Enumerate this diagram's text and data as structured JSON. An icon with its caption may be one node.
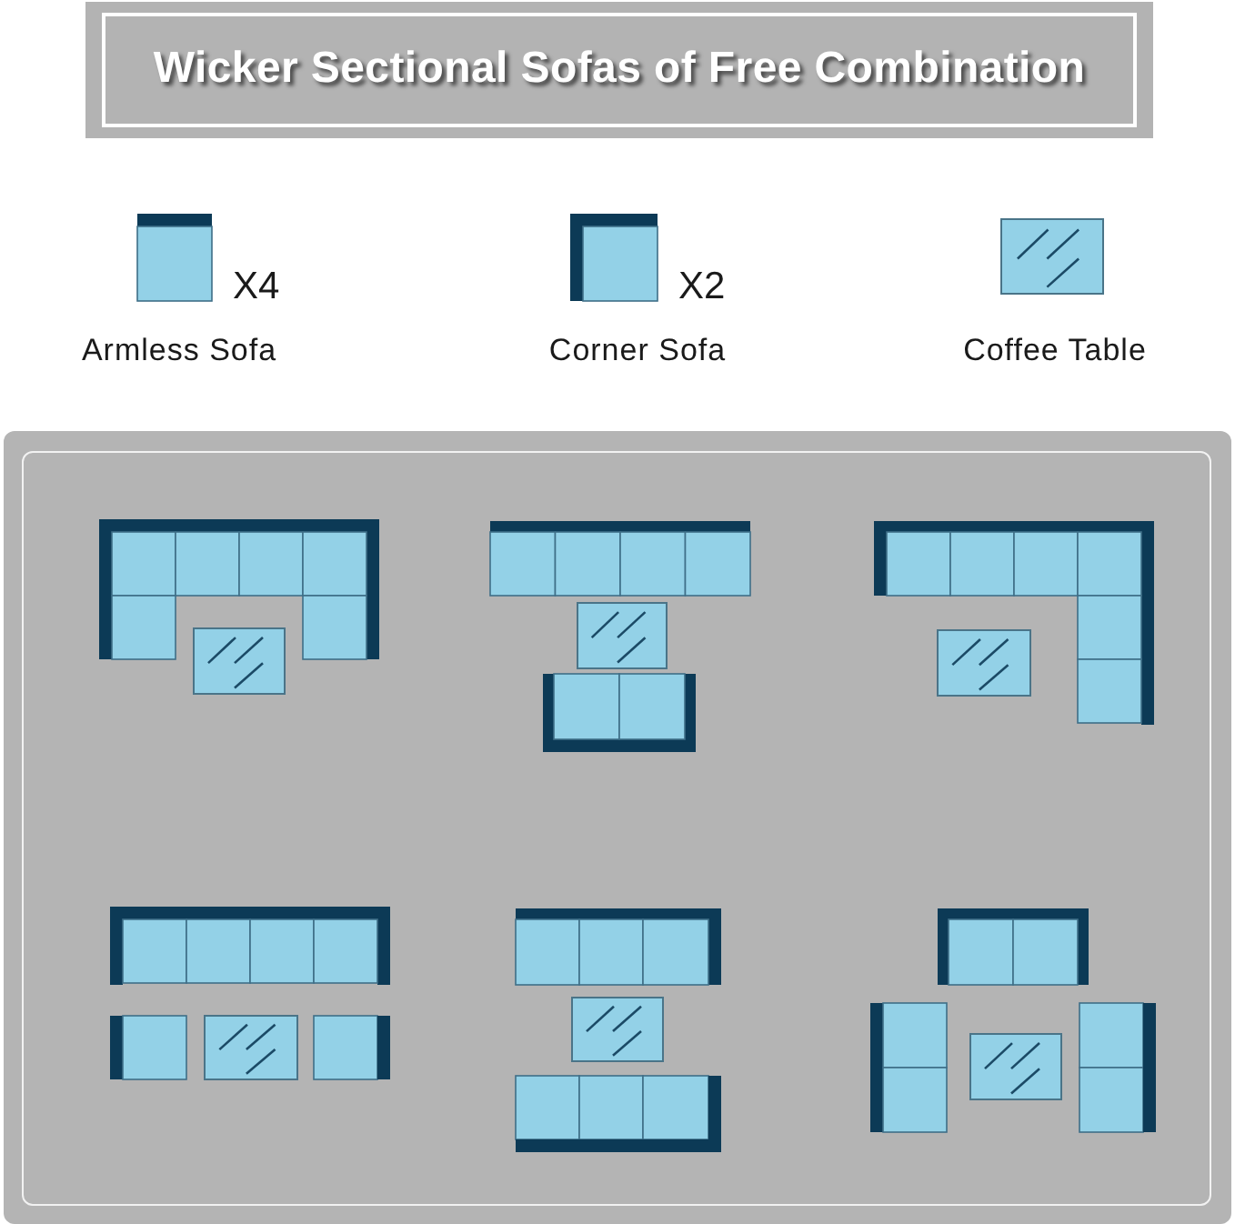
{
  "diagram": {
    "title": "Wicker Sectional Sofas of Free Combination",
    "labels": [
      "X4",
      "X2"
    ],
    "legend": [
      {
        "text": "Armless Sofa"
      },
      {
        "text": "Corner Sofa"
      },
      {
        "text": "Coffee Table"
      }
    ]
  }
}
